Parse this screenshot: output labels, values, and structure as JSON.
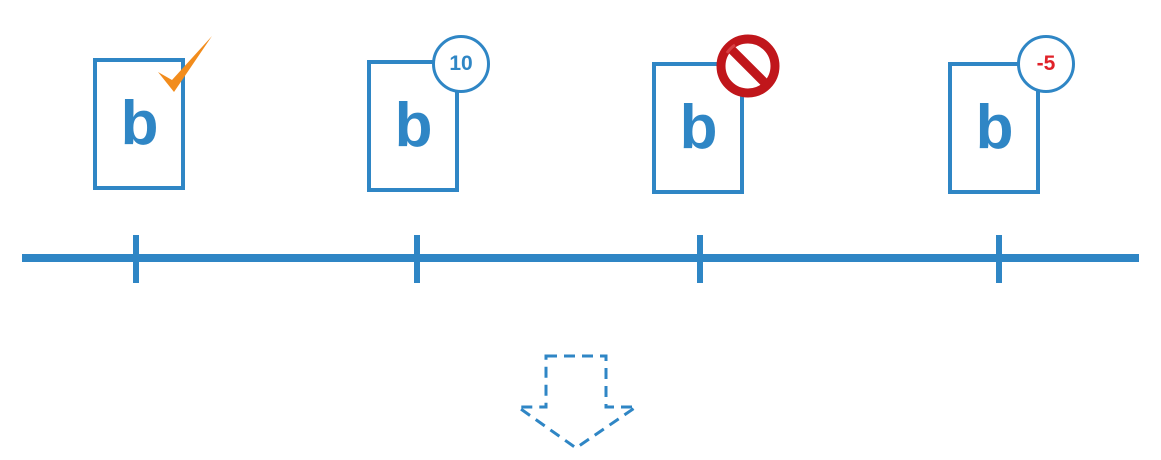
{
  "colors": {
    "primary": "#2f86c5",
    "accent_check": "#f28c1c",
    "negative": "#e02229",
    "blocked": "#c0161b"
  },
  "documents": [
    {
      "glyph": "b",
      "badge": "checkmark-icon"
    },
    {
      "glyph": "b",
      "badge_text": "10"
    },
    {
      "glyph": "b",
      "badge": "prohibited-icon"
    },
    {
      "glyph": "b",
      "badge_text": "-5"
    }
  ],
  "timeline": {
    "ticks": 4
  },
  "arrow": {
    "icon": "dashed-down-arrow-icon"
  }
}
